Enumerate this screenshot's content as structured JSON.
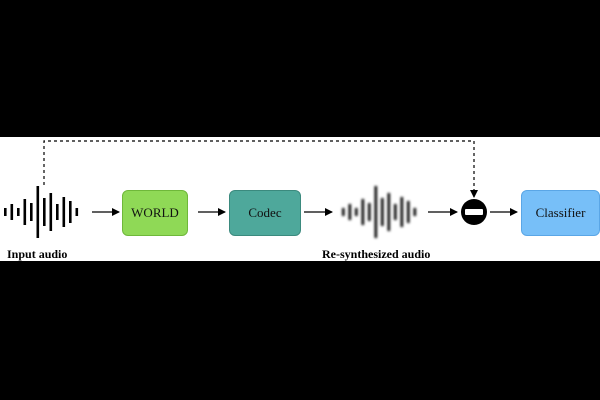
{
  "diagram": {
    "input_label": "Input audio",
    "resynth_label": "Re-synthesized audio",
    "blocks": [
      {
        "id": "world",
        "label": "WORLD",
        "color": "#8fd956",
        "border": "#6fb83a"
      },
      {
        "id": "codec",
        "label": "Codec",
        "color": "#4ea89b",
        "border": "#3b8a7e"
      },
      {
        "id": "classifier",
        "label": "Classifier",
        "color": "#77bff8",
        "border": "#5aa6e6"
      }
    ],
    "operator": {
      "symbol": "minus",
      "icon": "subtract-icon"
    },
    "waveform_icons": [
      "waveform-icon",
      "blurred-waveform-icon"
    ],
    "skip_connection": "dashed"
  }
}
